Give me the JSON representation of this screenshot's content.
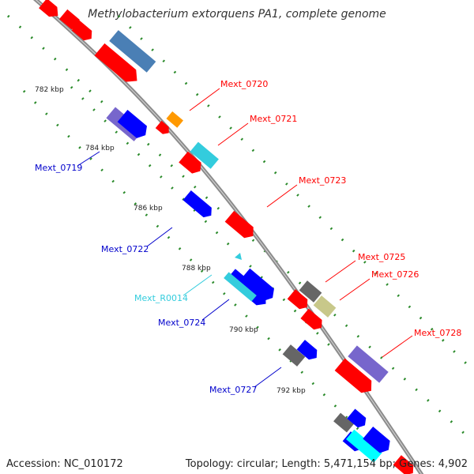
{
  "header": {
    "title": "Methylobacterium extorquens PA1, complete genome"
  },
  "footer": {
    "accession": "Accession: NC_010172",
    "summary": "Topology: circular; Length: 5,471,154 bp; Genes: 4,902"
  },
  "map": {
    "tick_labels": [
      "782 kbp",
      "784 kbp",
      "786 kbp",
      "788 kbp",
      "790 kbp",
      "792 kbp"
    ],
    "gene_labels": [
      {
        "text": "Mext_0720",
        "color": "#ff0000"
      },
      {
        "text": "Mext_0721",
        "color": "#ff0000"
      },
      {
        "text": "Mext_0723",
        "color": "#ff0000"
      },
      {
        "text": "Mext_0725",
        "color": "#ff0000"
      },
      {
        "text": "Mext_0726",
        "color": "#ff0000"
      },
      {
        "text": "Mext_0728",
        "color": "#ff0000"
      },
      {
        "text": "Mext_0719",
        "color": "#0000cc"
      },
      {
        "text": "Mext_0722",
        "color": "#0000cc"
      },
      {
        "text": "Mext_0724",
        "color": "#0000cc"
      },
      {
        "text": "Mext_0727",
        "color": "#0000cc"
      },
      {
        "text": "Mext_R0014",
        "color": "#33ccdd"
      }
    ],
    "colors": {
      "backbone": "#8c8c8c",
      "forward_cds": "#ff0000",
      "reverse_cds": "#0000ff",
      "rna": "#33ccdd",
      "tick": "#1a7a1a"
    }
  }
}
